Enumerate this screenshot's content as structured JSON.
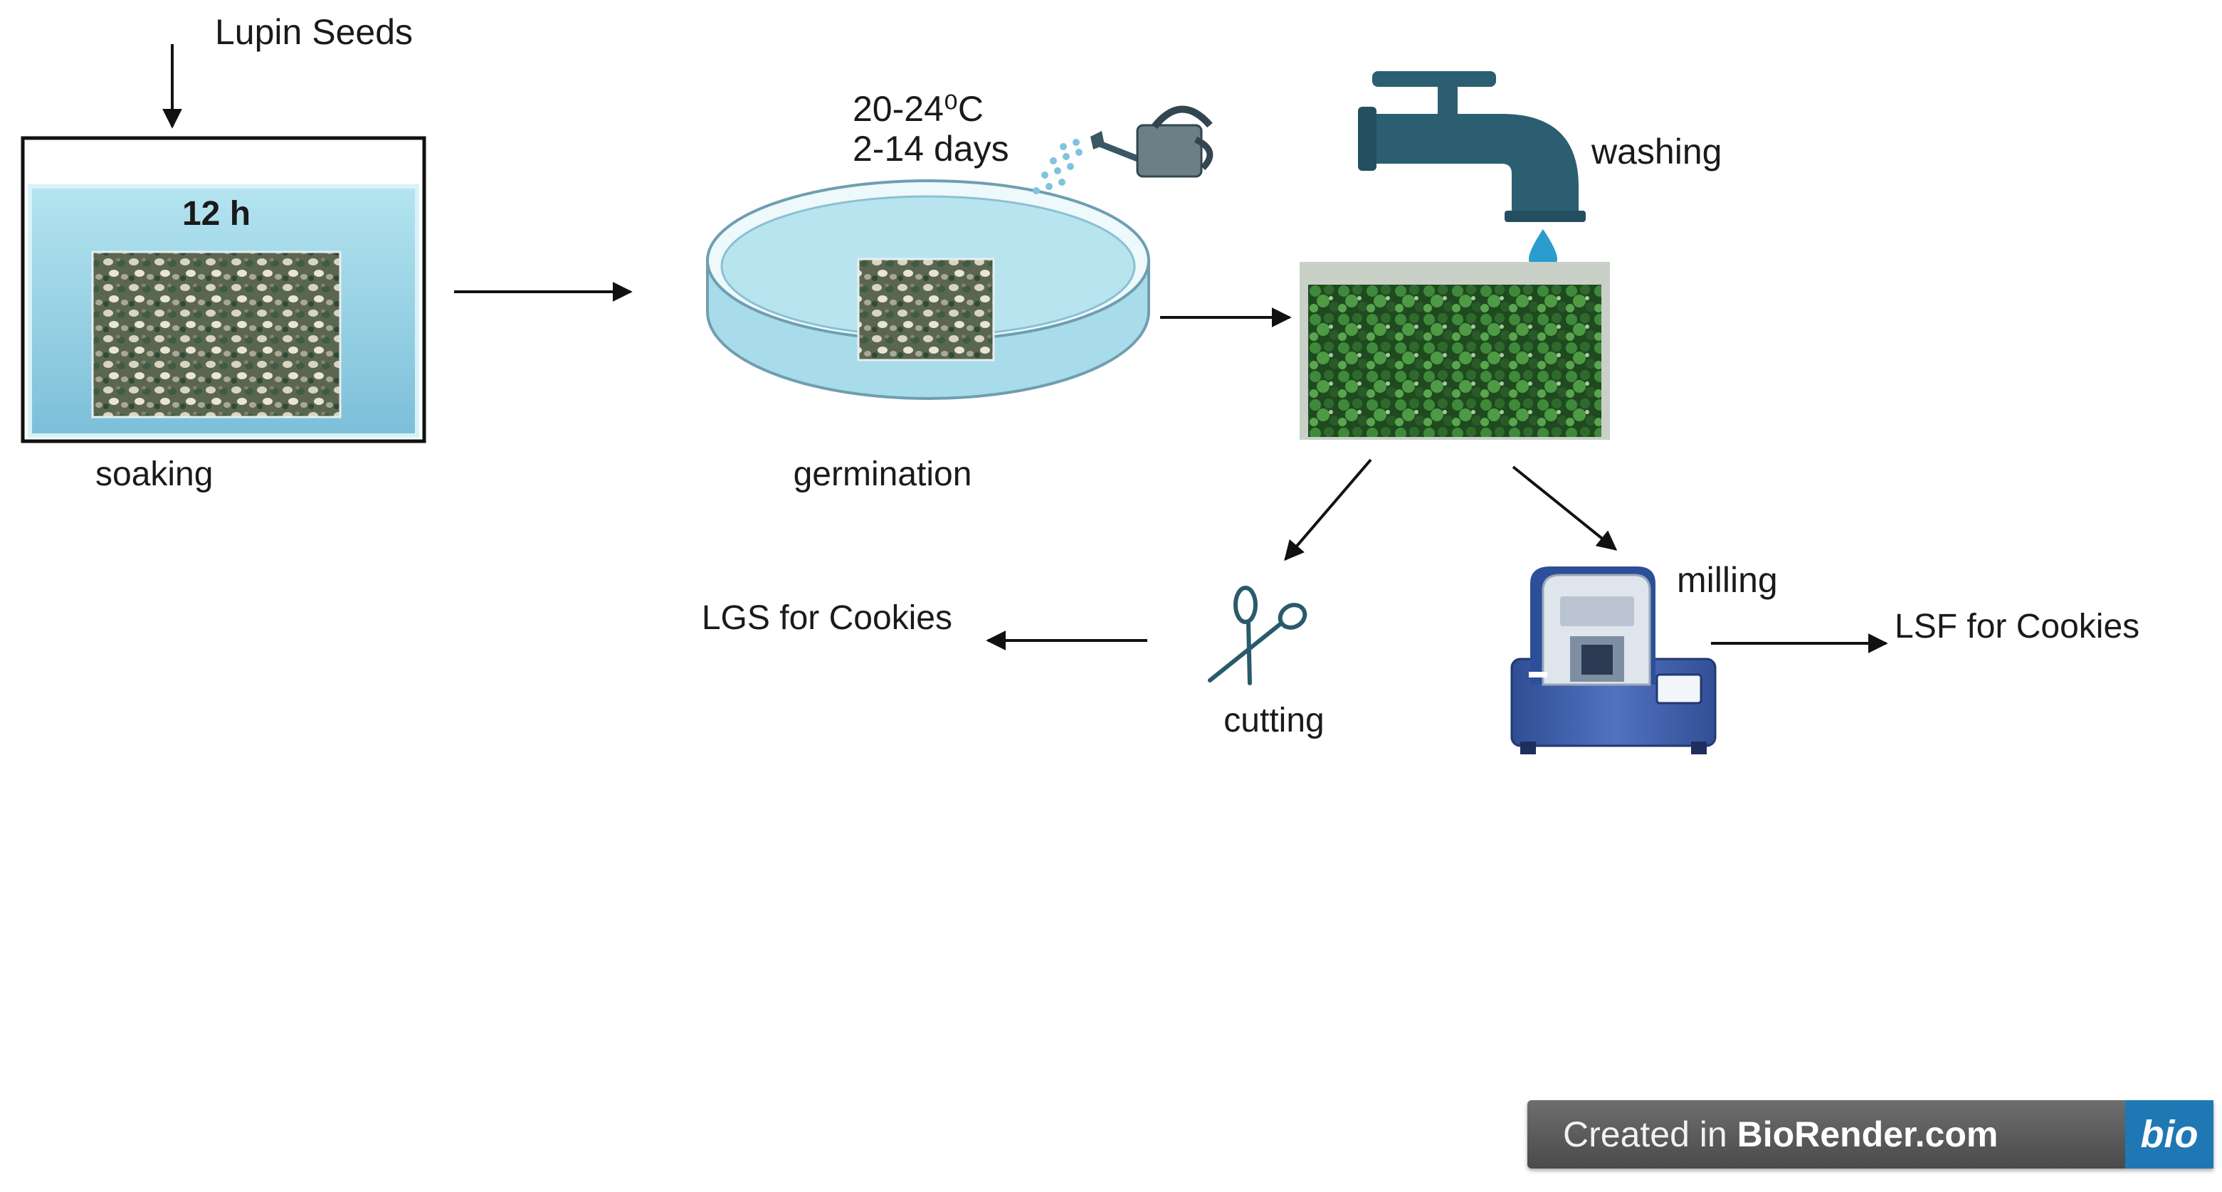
{
  "labels": {
    "input": "Lupin Seeds",
    "soak_time": "12 h",
    "soaking": "soaking",
    "germ_temp": "20-24⁰C",
    "germ_days": "2-14 days",
    "germination": "germination",
    "washing": "washing",
    "cutting": "cutting",
    "milling": "milling",
    "lgs_output": "LGS for Cookies",
    "lsf_output": "LSF for Cookies"
  },
  "badge": {
    "prefix": "Created in ",
    "brand": "BioRender.com",
    "logo": "bio"
  },
  "icons": [
    "down-arrow-icon",
    "water-tank-icon",
    "petri-dish-icon",
    "watering-can-icon",
    "water-tap-icon",
    "water-drop-icon",
    "sprouts-icon",
    "scissors-icon",
    "mill-icon"
  ],
  "colors": {
    "water": "#a9dceb",
    "tap": "#2c5e72",
    "sprouts": "#2f6a2d",
    "mill": "#3f5ea8",
    "badge_bg": "#555555",
    "badge_logo": "#1f78b4"
  }
}
